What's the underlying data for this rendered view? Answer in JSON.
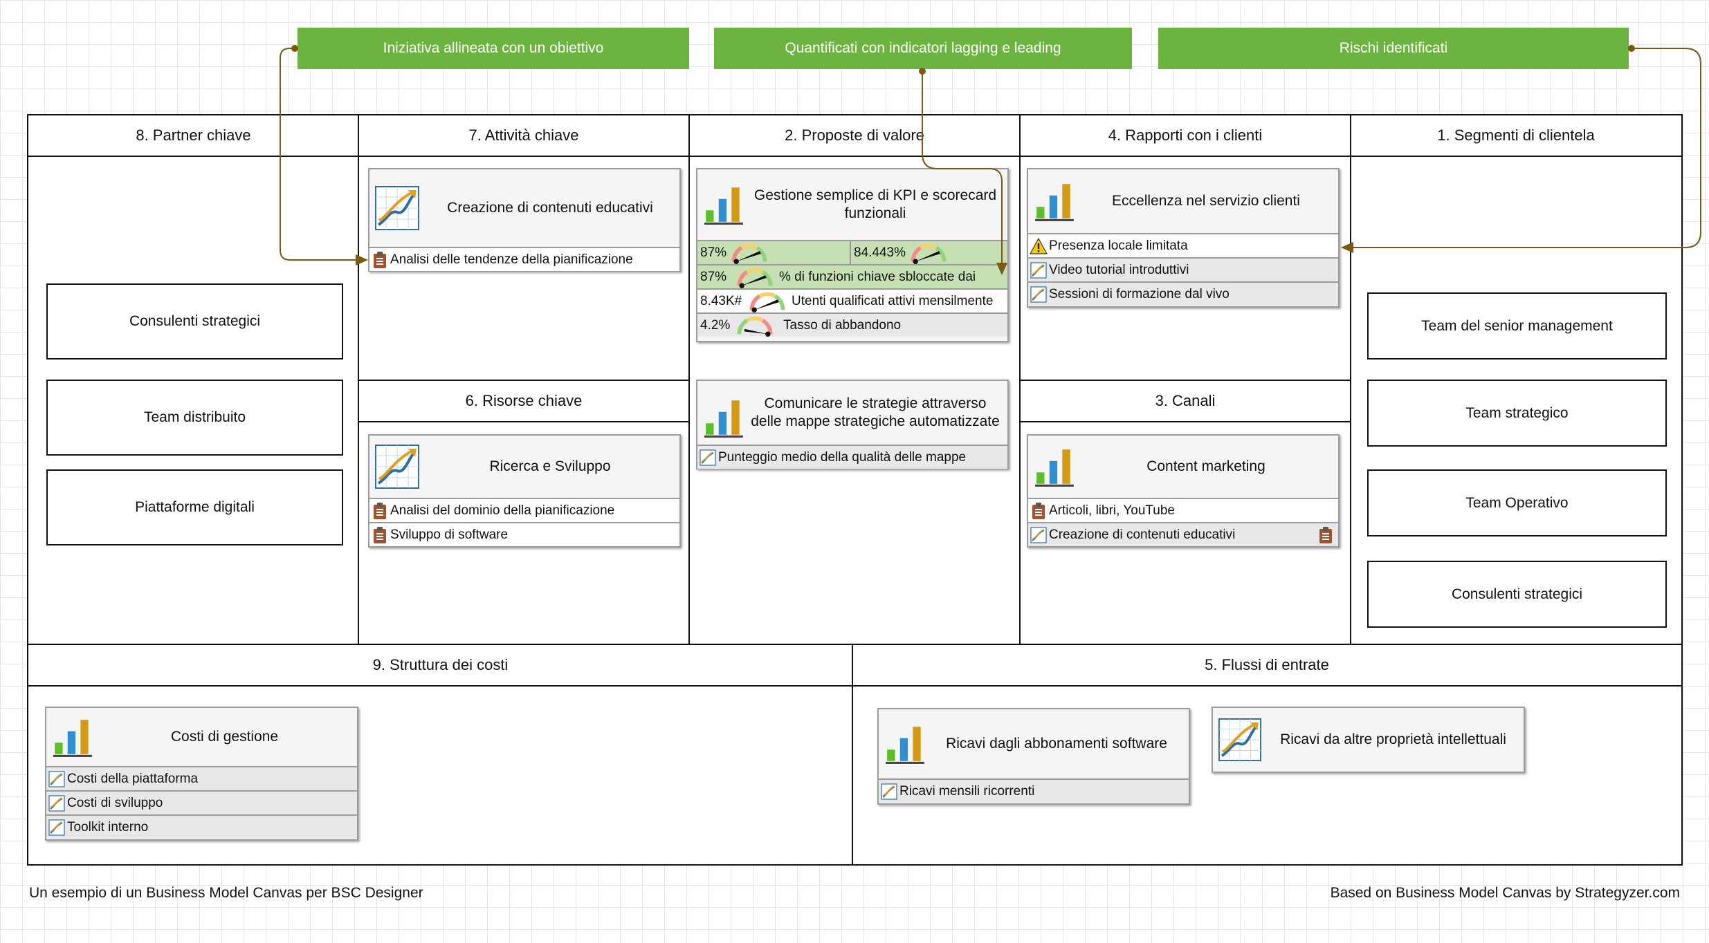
{
  "criteria": {
    "aligned": "Iniziativa allineata con un obiettivo",
    "quantified": "Quantificati con indicatori lagging e leading",
    "risks": "Rischi identificati"
  },
  "sections": {
    "partners": "8. Partner chiave",
    "activities": "7. Attività chiave",
    "value": "2. Proposte di valore",
    "relations": "4. Rapporti con i clienti",
    "segments": "1. Segmenti di clientela",
    "resources": "6. Risorse chiave",
    "channels": "3. Canali",
    "costs": "9. Struttura dei costi",
    "revenue": "5. Flussi di entrate"
  },
  "partners": [
    "Consulenti strategici",
    "Team distribuito",
    "Piattaforme digitali"
  ],
  "segments": [
    "Team del senior management",
    "Team strategico",
    "Team Operativo",
    "Consulenti strategici"
  ],
  "activities": {
    "title": "Creazione di contenuti educativi",
    "rows": [
      "Analisi delle tendenze della pianificazione"
    ]
  },
  "resources": {
    "title": "Ricerca e Sviluppo",
    "rows": [
      "Analisi del dominio della pianificazione",
      "Sviluppo di software"
    ]
  },
  "value1": {
    "title": "Gestione semplice di KPI e scorecard funzionali",
    "kpi_row1": {
      "left_value": "87%",
      "right_value": "84.443%"
    },
    "kpis": [
      {
        "value": "87%",
        "label": "% di funzioni chiave sbloccate dai"
      },
      {
        "value": "8.43K#",
        "label": "Utenti qualificati attivi mensilmente"
      },
      {
        "value": "4.2%",
        "label": "Tasso di abbandono"
      }
    ]
  },
  "value2": {
    "title": "Comunicare le strategie attraverso delle mappe strategiche automatizzate",
    "rows": [
      "Punteggio medio della qualità delle mappe"
    ]
  },
  "relations": {
    "title": "Eccellenza nel servizio clienti",
    "rows": [
      "Presenza locale limitata",
      "Video tutorial introduttivi",
      "Sessioni di formazione dal vivo"
    ]
  },
  "channels": {
    "title": "Content marketing",
    "rows": [
      "Articoli, libri, YouTube",
      "Creazione di contenuti educativi"
    ]
  },
  "costs": {
    "title": "Costi di gestione",
    "rows": [
      "Costi della piattaforma",
      "Costi di sviluppo",
      "Toolkit interno"
    ]
  },
  "revenue1": {
    "title": "Ricavi dagli abbonamenti software",
    "rows": [
      "Ricavi mensili ricorrenti"
    ]
  },
  "revenue2": {
    "title": "Ricavi da altre proprietà intellettuali"
  },
  "footer": {
    "left": "Un esempio di un Business Model Canvas per BSC Designer",
    "right": "Based on Business Model Canvas by Strategyzer.com"
  },
  "colors": {
    "criteria_green": "#6db33f",
    "connector": "#7a5a12",
    "kpi_green_row": "#c6e0b4"
  }
}
